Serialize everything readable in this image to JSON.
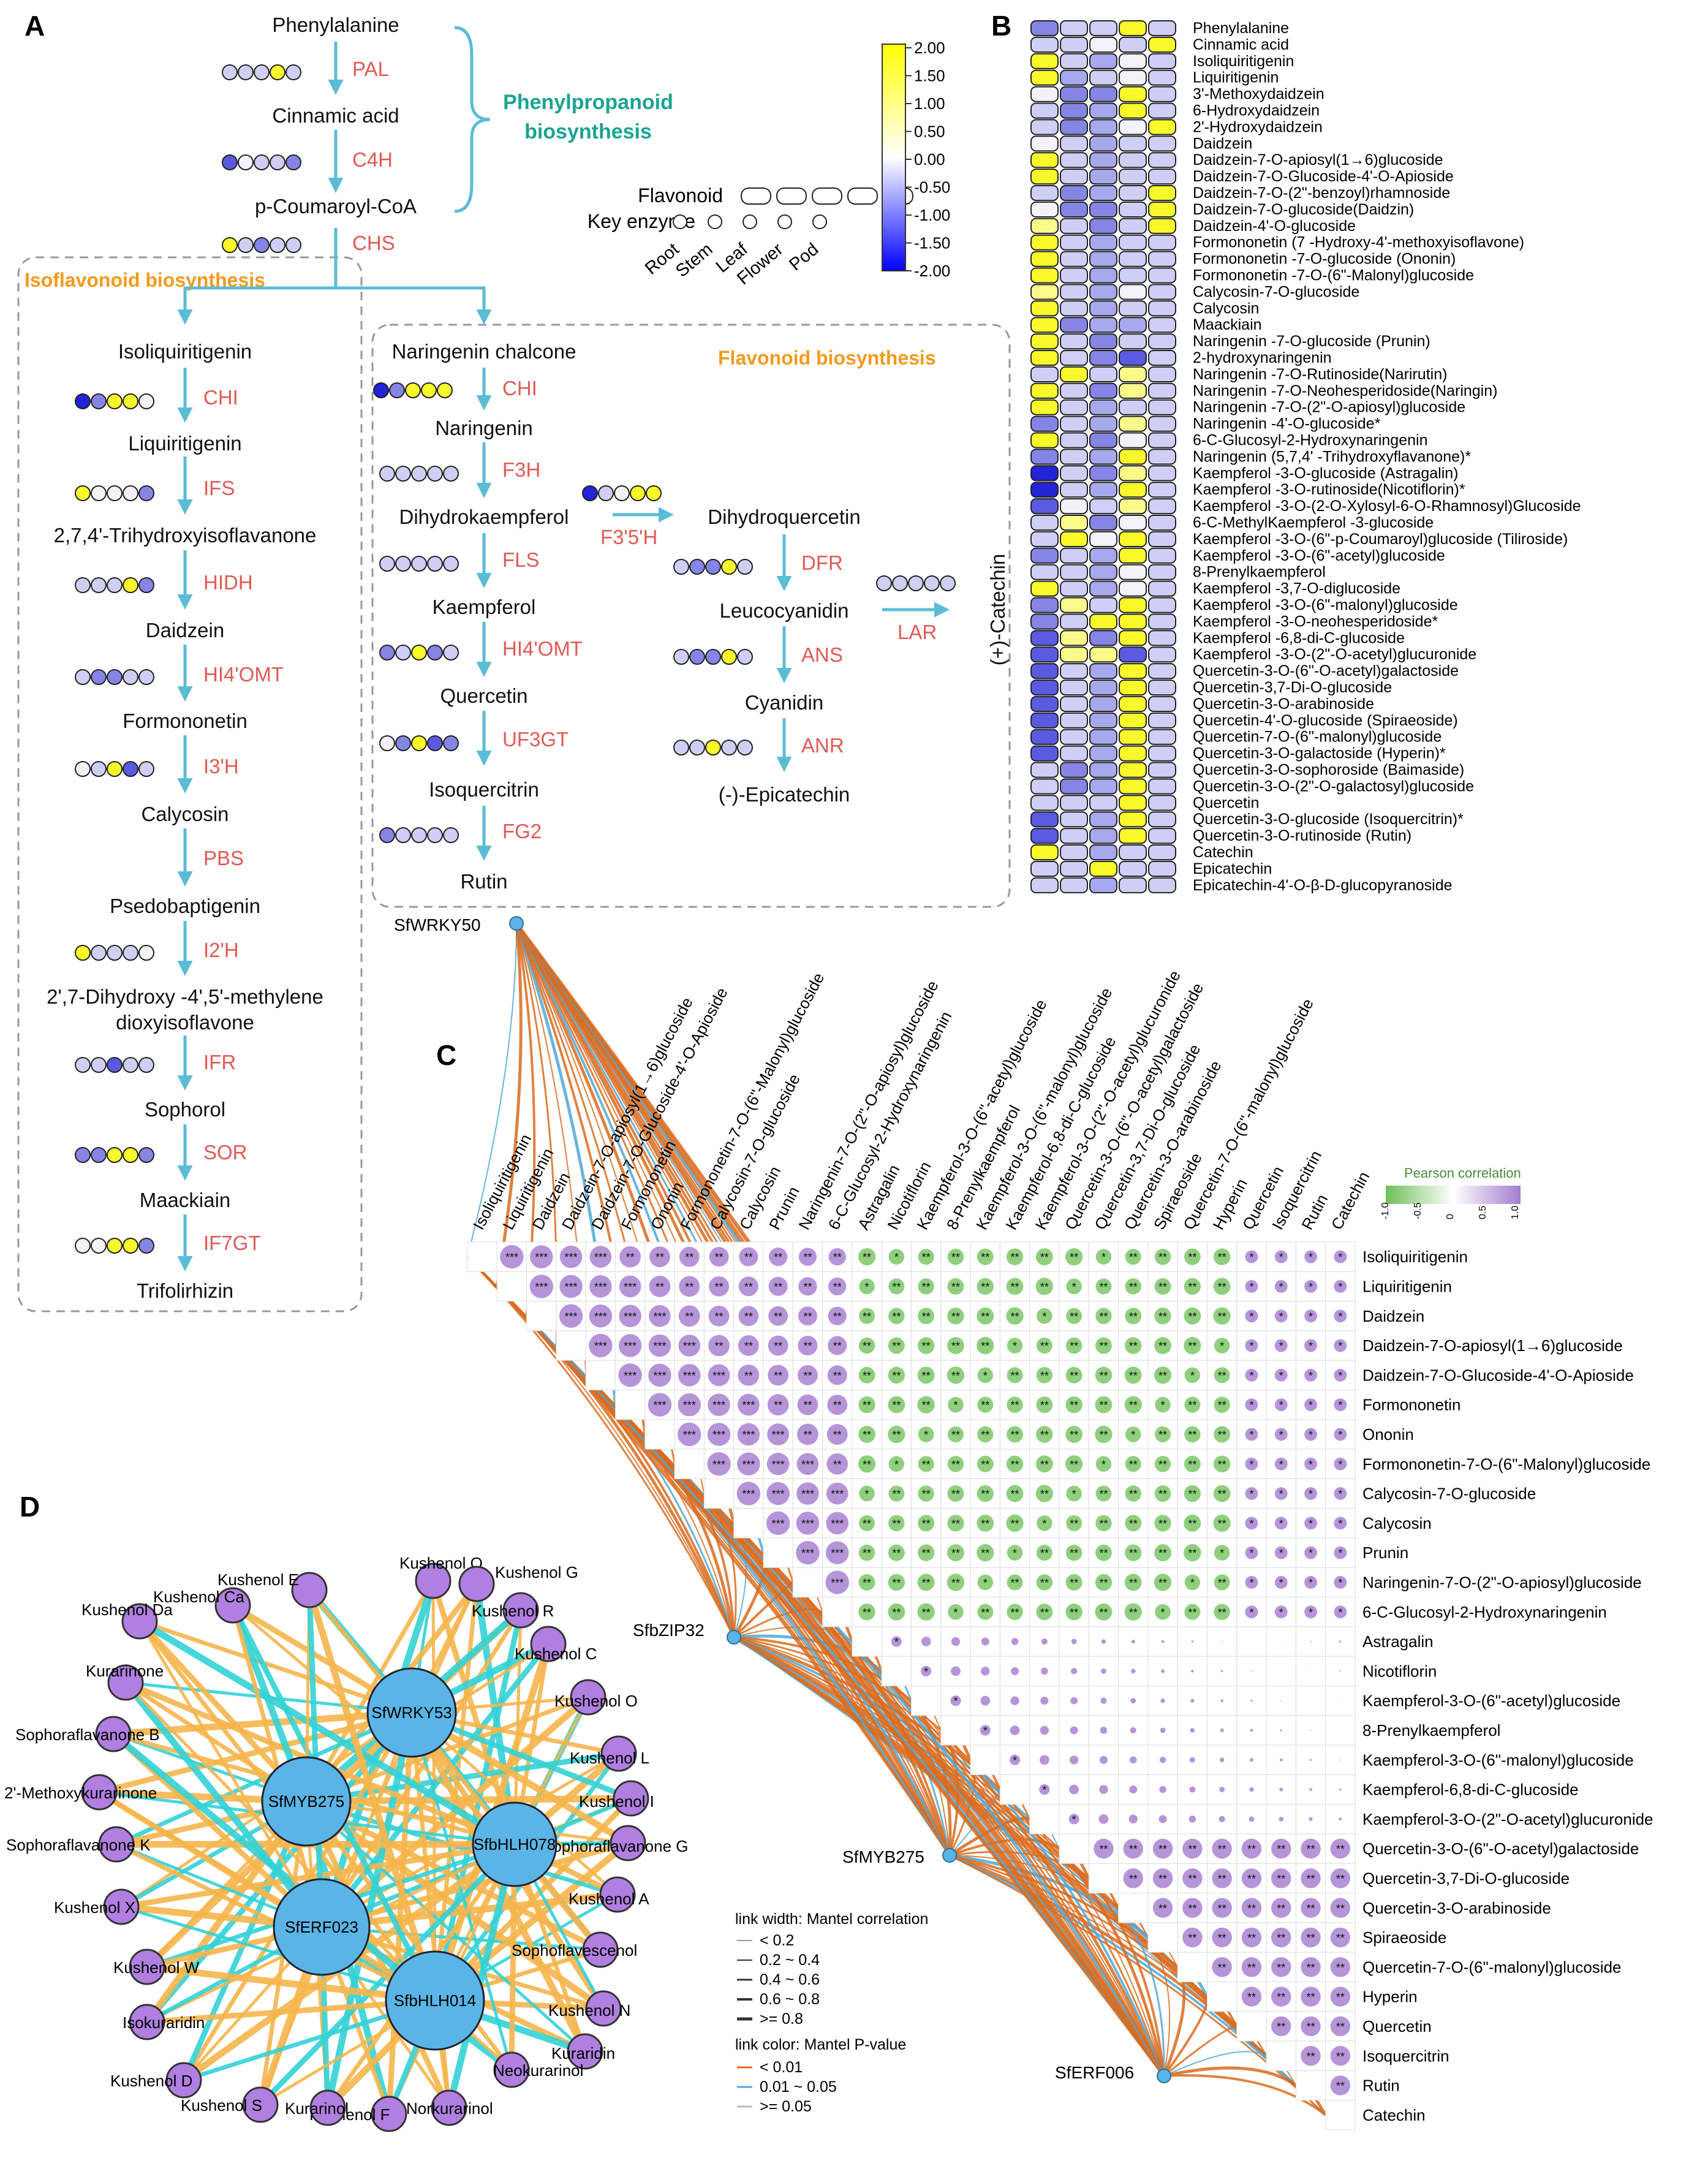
{
  "panels": {
    "A": "A",
    "B": "B",
    "C": "C",
    "D": "D"
  },
  "colors": {
    "pathway": "#5bbcd6",
    "enzyme": "#e05a55",
    "phenyl_section": "#1aa391",
    "iso_section": "#f39a1e",
    "flav_section": "#f39a1e",
    "green_corr": "#7cc46a",
    "purple_corr": "#9b6fc8",
    "link_orange": "#d96b1e",
    "link_blue": "#4fa8d6",
    "node_blue": "#5ab4e5",
    "node_purple": "#b07fe0"
  },
  "heatcode": {
    "y": "#f8f82a",
    "Y": "#fafa8a",
    "w": "#f2f2f8",
    "l": "#cfcff5",
    "L": "#a8a8ee",
    "m": "#8585e6",
    "d": "#5a5ae0",
    "D": "#2323d8"
  },
  "panelA": {
    "phenyl_title": [
      "Phenylpropanoid",
      "biosynthesis"
    ],
    "iso_title": "Isoflavonoid biosynthesis",
    "flav_title": "Flavonoid biosynthesis",
    "legend": {
      "flavonoid": "Flavonoid",
      "key_enzyme": "Key enzyme",
      "tissues": [
        "Root",
        "Stem",
        "Leaf",
        "Flower",
        "Pod"
      ]
    },
    "colorbar": [
      2.0,
      1.5,
      1.0,
      0.5,
      0.0,
      -0.5,
      -1.0,
      -1.5,
      -2.0
    ],
    "compounds": {
      "phe": "Phenylalanine",
      "cin": "Cinnamic acid",
      "pcoa": "p-Coumaroyl-CoA",
      "iso": "Isoliquiritigenin",
      "liq": "Liquiritigenin",
      "thi": "2,7,4'-Trihydroxyisoflavanone",
      "dai": "Daidzein",
      "for": "Formononetin",
      "cal": "Calycosin",
      "pse": "Psedobaptigenin",
      "dhm1": "2',7-Dihydroxy -4',5'-methylene",
      "dhm2": "dioxyisoflavone",
      "sop": "Sophorol",
      "maa": "Maackiain",
      "tri": "Trifolirhizin",
      "nch": "Naringenin chalcone",
      "nar": "Naringenin",
      "dhk": "Dihydrokaempferol",
      "kae": "Kaempferol",
      "que": "Quercetin",
      "isq": "Isoquercitrin",
      "rut": "Rutin",
      "dhq": "Dihydroquercetin",
      "leu": "Leucocyanidin",
      "cya": "Cyanidin",
      "epi": "(-)-Epicatechin",
      "cat": "(+)-Catechin"
    },
    "enzymes": {
      "PAL": "PAL",
      "C4H": "C4H",
      "CHS": "CHS",
      "CHI1": "CHI",
      "IFS": "IFS",
      "HIDH": "HIDH",
      "HI4OMT": "HI4'OMT",
      "I3H": "I3'H",
      "PBS": "PBS",
      "I2H": "I2'H",
      "IFR": "IFR",
      "SOR": "SOR",
      "IF7GT": "IF7GT",
      "CHI2": "CHI",
      "F3H": "F3H",
      "FLS": "FLS",
      "HI4OMT2": "HI4'OMT",
      "UF3GT": "UF3GT",
      "FG2": "FG2",
      "F35H": "F3'5'H",
      "DFR": "DFR",
      "ANS": "ANS",
      "ANR": "ANR",
      "LAR": "LAR"
    },
    "enzyme_expression": {
      "PAL": "lllyl",
      "C4H": "dwllm",
      "CHS": "ylmll",
      "CHI1": "Dmyyw",
      "IFS": "ywwwm",
      "HIDH": "lllym",
      "HI4OMT": "lmmll",
      "I3H": "wlydl",
      "I2H": "ylllw",
      "IFR": "lldll",
      "SOR": "mmyym",
      "IF7GT": "wwyym",
      "CHI2": "Dmyyy",
      "F3H": "lllll",
      "FLS": "lllll",
      "HI4OMT2": "mlyml",
      "UF3GT": "wmydm",
      "FG2": "mllll",
      "F35H": "Dlwyy",
      "DFR": "lmmyl",
      "ANS": "lmmyl",
      "ANR": "llyll",
      "LAR": "lllll"
    }
  },
  "panelB": {
    "compounds": [
      [
        "Phenylalanine",
        "mllyl"
      ],
      [
        "Cinnamic acid",
        "llwly"
      ],
      [
        "Isoliquiritigenin",
        "ylLwl"
      ],
      [
        "Liquiritigenin",
        "yLlwl"
      ],
      [
        "3'-Methoxydaidzein",
        "wmmyl"
      ],
      [
        "6-Hydroxydaidzein",
        "lmLyl"
      ],
      [
        "2'-Hydroxydaidzein",
        "lmLwy"
      ],
      [
        "Daidzein",
        "wlLll"
      ],
      [
        "Daidzein-7-O-apiosyl(1→6)glucoside",
        "ylLll"
      ],
      [
        "Daidzein-7-O-Glucoside-4'-O-Apioside",
        "ylLll"
      ],
      [
        "Daidzein-7-O-(2\"-benzoyl)rhamnoside",
        "lmLly"
      ],
      [
        "Daidzein-7-O-glucoside(Daidzin)",
        "wmmly"
      ],
      [
        "Daidzein-4'-O-glucoside",
        "Ylmly"
      ],
      [
        "Formononetin (7 -Hydroxy-4'-methoxyisoflavone)",
        "ylLll"
      ],
      [
        "Formononetin -7-O-glucoside (Ononin)",
        "ylLll"
      ],
      [
        "Formononetin -7-O-(6\"-Malonyl)glucoside",
        "ylLll"
      ],
      [
        "Calycosin-7-O-glucoside",
        "YlLwl"
      ],
      [
        "Calycosin",
        "ylLll"
      ],
      [
        "Maackiain",
        "ymLLl"
      ],
      [
        "Naringenin -7-O-glucoside (Prunin)",
        "ylmll"
      ],
      [
        "2-hydroxynaringenin",
        "ylmdl"
      ],
      [
        "Naringenin -7-O-Rutinoside(Narirutin)",
        "lylYl"
      ],
      [
        "Naringenin -7-O-Neohesperidoside(Naringin)",
        "ylmYl"
      ],
      [
        "Naringenin -7-O-(2\"-O-apiosyl)glucoside",
        "ylLll"
      ],
      [
        "Naringenin -4'-O-glucoside*",
        "mlLYl"
      ],
      [
        "6-C-Glucosyl-2-Hydroxynaringenin",
        "ylmwl"
      ],
      [
        "Naringenin (5,7,4' -Trihydroxyflavanone)*",
        "mlLyl"
      ],
      [
        "Kaempferol -3-O-glucoside (Astragalin)",
        "DlmYl"
      ],
      [
        "Kaempferol -3-O-rutinoside(Nicotiflorin)*",
        "DlLyl"
      ],
      [
        "Kaempferol -3-O-(2-O-Xylosyl-6-O-Rhamnosyl)Glucoside",
        "dwlYl"
      ],
      [
        "6-C-MethylKaempferol -3-glucoside",
        "lYmwl"
      ],
      [
        "Kaempferol -3-O-(6\"-p-Coumaroyl)glucoside (Tiliroside)",
        "lywyl"
      ],
      [
        "Kaempferol -3-O-(6\"-acetyl)glucoside",
        "mlLyl"
      ],
      [
        "8-Prenylkaempferol",
        "llLwl"
      ],
      [
        "Kaempferol -3,7-O-diglucoside",
        "ylLwl"
      ],
      [
        "Kaempferol -3-O-(6\"-malonyl)glucoside",
        "mYlyl"
      ],
      [
        "Kaempferol -3-O-neohesperidoside*",
        "mlyyl"
      ],
      [
        "Kaempferol -6,8-di-C-glucoside",
        "dYmyl"
      ],
      [
        "Kaempferol -3-O-(2\"-O-acetyl)glucuronide",
        "dYYdl"
      ],
      [
        "Quercetin-3-O-(6\"-O-acetyl)galactoside",
        "dlLyl"
      ],
      [
        "Quercetin-3,7-Di-O-glucoside",
        "dlLyl"
      ],
      [
        "Quercetin-3-O-arabinoside",
        "dlLyl"
      ],
      [
        "Quercetin-4'-O-glucoside (Spiraeoside)",
        "dlLyl"
      ],
      [
        "Quercetin-7-O-(6\"-malonyl)glucoside",
        "dlLyl"
      ],
      [
        "Quercetin-3-O-galactoside (Hyperin)*",
        "dlLyl"
      ],
      [
        "Quercetin-3-O-sophoroside (Baimaside)",
        "lmLyl"
      ],
      [
        "Quercetin-3-O-(2\"-O-galactosyl)glucoside",
        "lmLyl"
      ],
      [
        "Quercetin",
        "lllyl"
      ],
      [
        "Quercetin-3-O-glucoside (Isoquercitrin)*",
        "dlLyl"
      ],
      [
        "Quercetin-3-O-rutinoside (Rutin)",
        "dlLyl"
      ],
      [
        "Catechin",
        "ylLll"
      ],
      [
        "Epicatechin",
        "llyll"
      ],
      [
        "Epicatechin-4'-O-β-D-glucopyranoside",
        "llLll"
      ]
    ]
  },
  "panelC": {
    "legend_title": "Pearson correlation",
    "legend_ticks": [
      "-1.0",
      "-0.5",
      "0",
      "0.5",
      "1.0"
    ],
    "columns": [
      "Isoliquiritigenin",
      "Liquiritigenin",
      "Daidzein",
      "Daidzein-7-O-apiosyl(1→6)glucoside",
      "Daidzein-7-O-Glucoside-4'-O-Apioside",
      "Formononetin",
      "Ononin",
      "Formononetin-7-O-(6\"-Malonyl)glucoside",
      "Calycosin-7-O-glucoside",
      "Calycosin",
      "Prunin",
      "Naringenin-7-O-(2\"-O-apiosyl)glucoside",
      "6-C-Glucosyl-2-Hydroxynaringenin",
      "Astragalin",
      "Nicotiflorin",
      "Kaempferol-3-O-(6\"-acetyl)glucoside",
      "8-Prenylkaempferol",
      "Kaempferol-3-O-(6\"-malonyl)glucoside",
      "Kaempferol-6,8-di-C-glucoside",
      "Kaempferol-3-O-(2\"-O-acetyl)glucuronide",
      "Quercetin-3-O-(6\"-O-acetyl)galactoside",
      "Quercetin-3,7-Di-O-glucoside",
      "Quercetin-3-O-arabinoside",
      "Spiraeoside",
      "Quercetin-7-O-(6\"-malonyl)glucoside",
      "Hyperin",
      "Quercetin",
      "Isoquercitrin",
      "Rutin",
      "Catechin"
    ],
    "rows": [
      "Isoliquiritigenin",
      "Liquiritigenin",
      "Daidzein",
      "Daidzein-7-O-apiosyl(1→6)glucoside",
      "Daidzein-7-O-Glucoside-4'-O-Apioside",
      "Formononetin",
      "Ononin",
      "Formononetin-7-O-(6\"-Malonyl)glucoside",
      "Calycosin-7-O-glucoside",
      "Calycosin",
      "Prunin",
      "Naringenin-7-O-(2\"-O-apiosyl)glucoside",
      "6-C-Glucosyl-2-Hydroxynaringenin",
      "Astragalin",
      "Nicotiflorin",
      "Kaempferol-3-O-(6\"-acetyl)glucoside",
      "8-Prenylkaempferol",
      "Kaempferol-3-O-(6\"-malonyl)glucoside",
      "Kaempferol-6,8-di-C-glucoside",
      "Kaempferol-3-O-(2\"-O-acetyl)glucuronide",
      "Quercetin-3-O-(6\"-O-acetyl)galactoside",
      "Quercetin-3,7-Di-O-glucoside",
      "Quercetin-3-O-arabinoside",
      "Spiraeoside",
      "Quercetin-7-O-(6\"-malonyl)glucoside",
      "Hyperin",
      "Quercetin",
      "Isoquercitrin",
      "Rutin",
      "Catechin"
    ],
    "tfs": [
      "SfWRKY50",
      "SfbZIP32",
      "SfMYB275",
      "SfERF006"
    ],
    "link_width_title": "link width: Mantel correlation",
    "link_width_items": [
      "< 0.2",
      "0.2 ~ 0.4",
      "0.4 ~ 0.6",
      "0.6 ~ 0.8",
      ">= 0.8"
    ],
    "link_color_title": "link color: Mantel P-value",
    "link_color_items": [
      "< 0.01",
      "0.01 ~ 0.05",
      ">= 0.05"
    ]
  },
  "panelD": {
    "hubs": [
      "SfWRKY53",
      "SfMYB275",
      "SfbHLH078",
      "SfERF023",
      "SfbHLH014"
    ],
    "nodes": [
      "Kushenol Q",
      "Kushenol G",
      "Kushenol R",
      "Kushenol C",
      "Kushenol O",
      "Kushenol L",
      "Kushenol I",
      "Sophoraflavanone G",
      "Kushenol A",
      "Sophoflavescenol",
      "Kushenol N",
      "Kuraridin",
      "Neokurarinol",
      "Norkurarinol",
      "Kushenol F",
      "Kurarinol",
      "Kushenol S",
      "Kushenol D",
      "Isokuraridin",
      "Kushenol W",
      "Kushenol X",
      "Sophoraflavanone K",
      "2'-Methoxykurarinone",
      "Sophoraflavanone B",
      "Kurarinone",
      "Kushenol Da",
      "Kushenol Ca",
      "Kushenol E"
    ]
  }
}
